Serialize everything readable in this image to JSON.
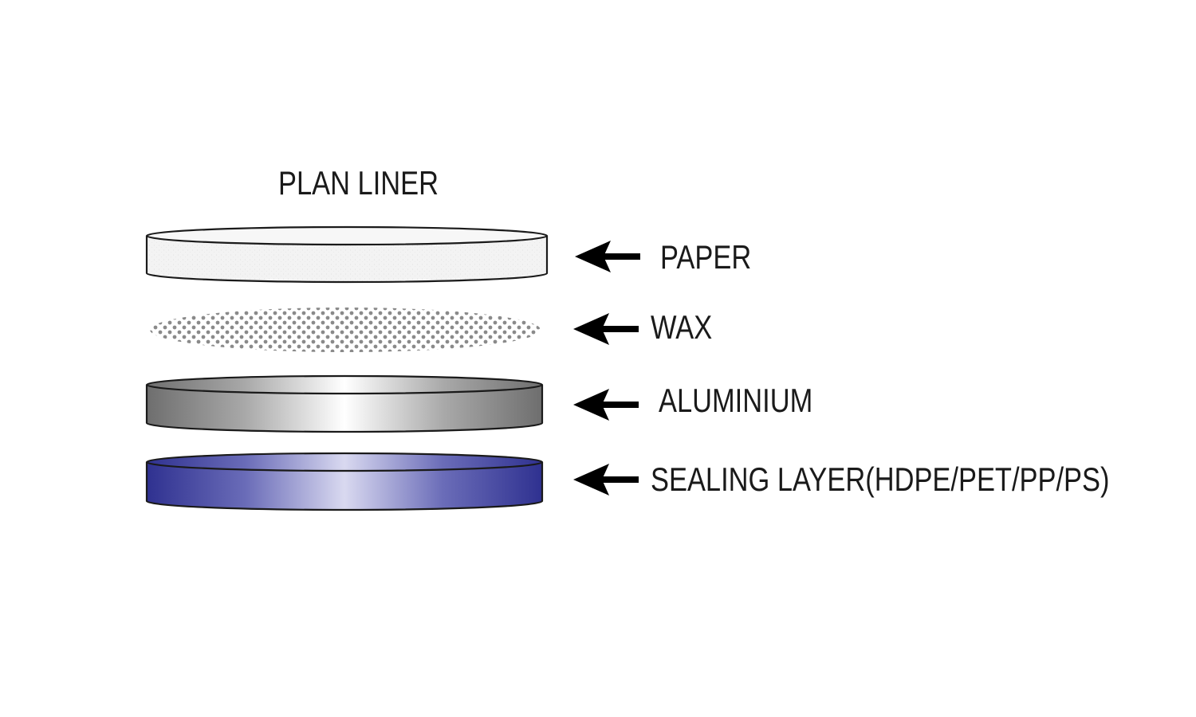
{
  "title": "PLAN LINER",
  "layers": [
    {
      "id": "paper",
      "label": "PAPER",
      "color": "#f4f4f4"
    },
    {
      "id": "wax",
      "label": "WAX",
      "color": "#8c8c8c"
    },
    {
      "id": "aluminium",
      "label": "ALUMINIUM",
      "color": "#7a7a7a"
    },
    {
      "id": "sealing",
      "label": "SEALING LAYER(HDPE/PET/PP/PS)",
      "color": "#343895"
    }
  ],
  "colors": {
    "outline": "#1a1a1a",
    "arrow": "#000000"
  }
}
